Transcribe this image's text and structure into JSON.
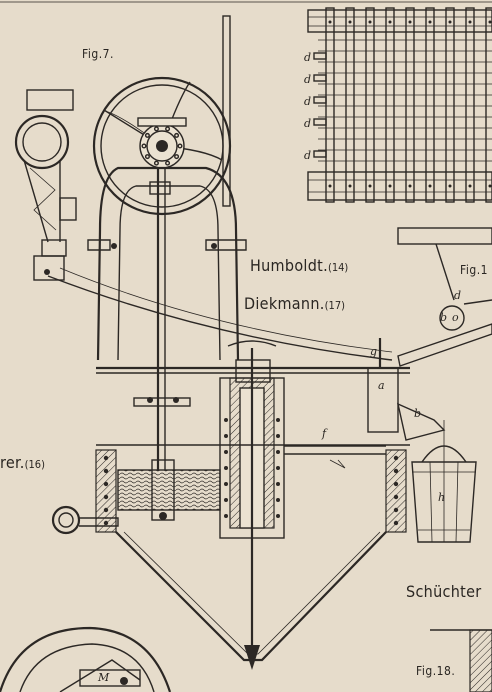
{
  "labels": {
    "fig7": "Fig.7.",
    "fig1_partial": "Fig.1",
    "fig18": "Fig.18.",
    "humboldt": "Humboldt.",
    "humboldt_ref": "(14)",
    "diekmann": "Diekmann.",
    "diekmann_ref": "(17)",
    "rer_partial": "rer.",
    "rer_ref": "(16)",
    "schuchter_partial": "Schüchter"
  },
  "part_letters": {
    "d": "d",
    "a": "a",
    "b": "b",
    "f": "f",
    "g": "g",
    "h": "h",
    "M": "M",
    "b_small": "b",
    "o": "o",
    "d_small": "d"
  },
  "colors": {
    "paper": "#e6dccb",
    "ink": "#2c2825"
  }
}
